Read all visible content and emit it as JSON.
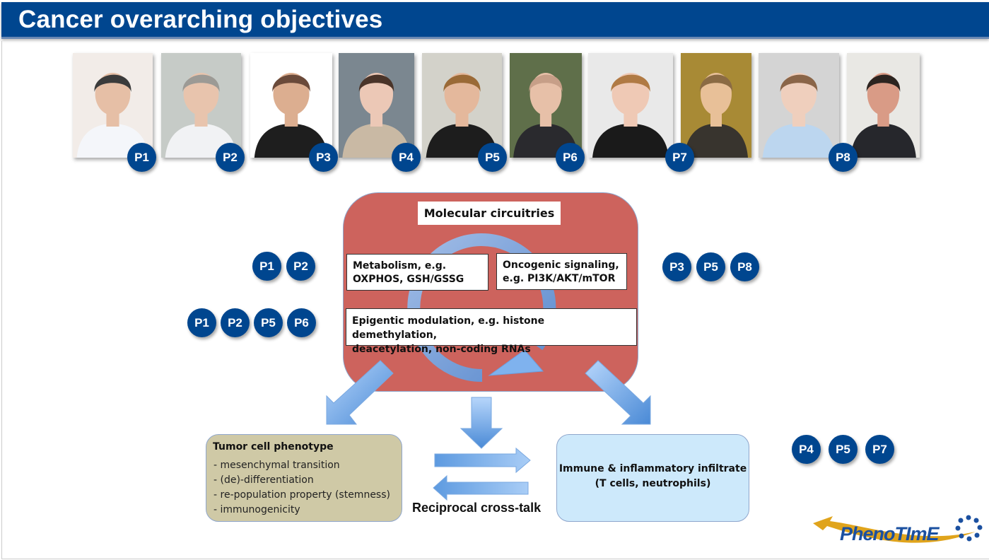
{
  "title": "Cancer overarching objectives",
  "photos": [
    {
      "badge": "P1",
      "bg": "#f2ece8",
      "skin": "#e6bfa6",
      "hair": "#3b3b3b",
      "cloth": "#f4f6fa"
    },
    {
      "badge": "P2",
      "bg": "#c6cbc7",
      "skin": "#e8c4ad",
      "hair": "#9c9a95",
      "cloth": "#f1f2f4"
    },
    {
      "badge": "P3",
      "bg": "#ffffff",
      "skin": "#dcae90",
      "hair": "#6a4a3a",
      "cloth": "#1e1e1e"
    },
    {
      "badge": "P4",
      "bg": "#7b8790",
      "skin": "#ecc8b6",
      "hair": "#4a3429",
      "cloth": "#c9b9a4"
    },
    {
      "badge": "P5",
      "bg": "#d3d2ca",
      "skin": "#e4b89c",
      "hair": "#9a6a37",
      "cloth": "#1d1d1d"
    },
    {
      "badge": "P6",
      "bg": "#5f6f4a",
      "skin": "#e7c0a8",
      "hair": "#c79f88",
      "cloth": "#2a2a2e"
    },
    {
      "badge": "",
      "bg": "#e9e9e9",
      "skin": "#efc9b5",
      "hair": "#b07a44",
      "cloth": "#1a1a1a"
    },
    {
      "badge": "P7",
      "bg": "#a88a35",
      "skin": "#e8c098",
      "hair": "#8b6b44",
      "cloth": "#38342e"
    },
    {
      "badge": "",
      "bg": "#d4d4d4",
      "skin": "#efcfbd",
      "hair": "#8a6548",
      "cloth": "#bcd6ef"
    },
    {
      "badge": "P8",
      "bg": "#e9e8e4",
      "skin": "#d99b86",
      "hair": "#2c2420",
      "cloth": "#26272c"
    }
  ],
  "side_badges": {
    "metabolism": [
      "P1",
      "P2"
    ],
    "epigenetic": [
      "P1",
      "P2",
      "P5",
      "P6"
    ],
    "oncogenic": [
      "P3",
      "P5",
      "P8"
    ],
    "immune": [
      "P4",
      "P5",
      "P7"
    ]
  },
  "molecular": {
    "title": "Molecular circuitries",
    "metabolism": [
      "Metabolism, e.g.",
      "OXPHOS, GSH/GSSG"
    ],
    "oncogenic": [
      "Oncogenic signaling,",
      "e.g. PI3K/AKT/mTOR"
    ],
    "epigenetic": [
      "Epigentic modulation, e.g. histone demethylation,",
      "deacetylation, non-coding RNAs"
    ]
  },
  "tumor": {
    "title": "Tumor cell phenotype",
    "items": [
      "- mesenchymal transition",
      "- (de)-differentiation",
      "- re-population property (stemness)",
      "- immunogenicity"
    ]
  },
  "immune": {
    "lines": [
      "Immune & inflammatory infiltrate",
      "(T cells, neutrophils)"
    ]
  },
  "crosstalk_label": "Reciprocal cross-talk",
  "logo": {
    "text": "PhenoTImE"
  },
  "colors": {
    "brand_blue": "#00468f",
    "red_box": "#cd635d",
    "tumor_box": "#cfc9a6",
    "immune_box": "#cde9fb",
    "arrow_blue": "#6ea6e4",
    "logo_gold": "#e0a41c"
  }
}
